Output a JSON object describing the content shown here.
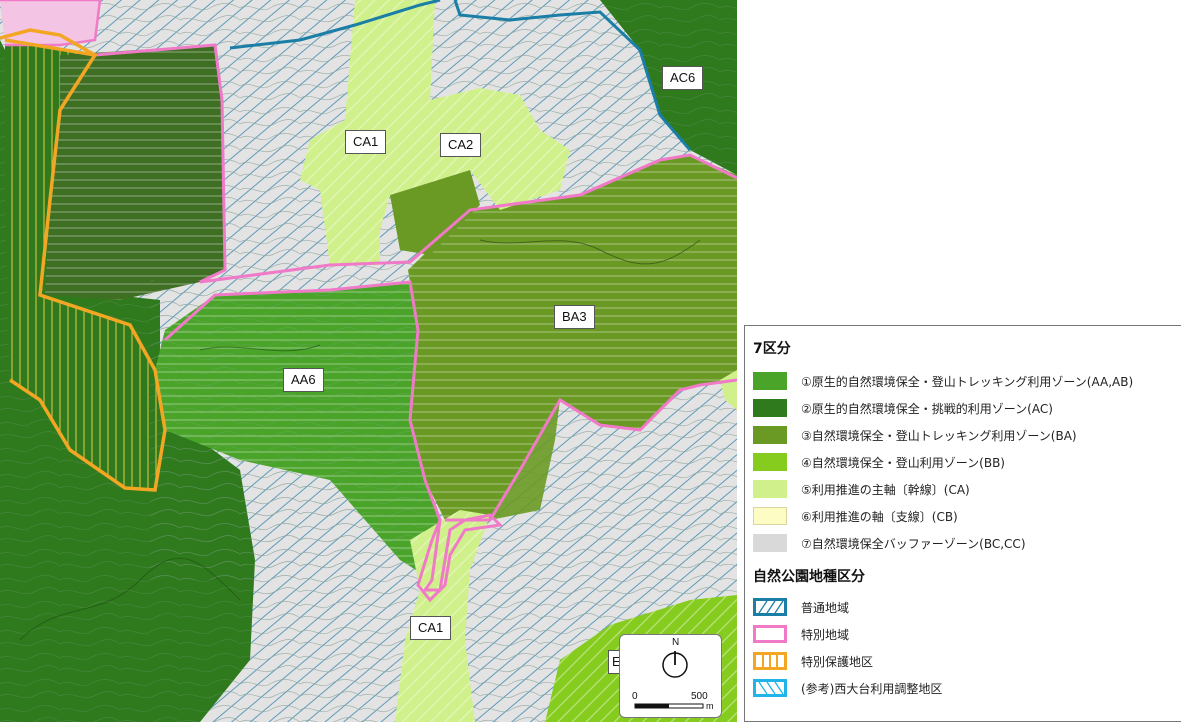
{
  "map": {
    "zone_labels": {
      "ca1_top": "CA1",
      "ca2": "CA2",
      "ac6": "AC6",
      "ba3": "BA3",
      "aa6": "AA6",
      "ca1_bottom": "CA1",
      "partial_edge": "E"
    },
    "compass": {
      "north": "N",
      "scale_start": "0",
      "scale_end": "500",
      "scale_unit": "m"
    },
    "colors": {
      "aa_zone": "#4aa42a",
      "ac_zone": "#2f7a1d",
      "ba_zone": "#6a9a24",
      "bb_zone": "#86cc1e",
      "ca_zone": "#cff08a",
      "cb_zone": "#fdfcc4",
      "buffer_zone": "#d9d9d9",
      "ordinary_area": "#1a7ea6",
      "special_area": "#f07ac8",
      "special_protection_area": "#f2a623",
      "adjustment_area": "#20b4e8"
    }
  },
  "legend": {
    "section1_title": "7区分",
    "zones": [
      {
        "label": "①原生的自然環境保全・登山トレッキング利用ゾーン(AA,AB)",
        "color": "#4aa42a"
      },
      {
        "label": "②原生的自然環境保全・挑戦的利用ゾーン(AC)",
        "color": "#2f7a1d"
      },
      {
        "label": "③自然環境保全・登山トレッキング利用ゾーン(BA)",
        "color": "#6a9a24"
      },
      {
        "label": "④自然環境保全・登山利用ゾーン(BB)",
        "color": "#86cc1e"
      },
      {
        "label": "⑤利用推進の主軸〔幹線〕(CA)",
        "color": "#cff08a"
      },
      {
        "label": "⑥利用推進の軸〔支線〕(CB)",
        "color": "#fdfcc4"
      },
      {
        "label": "⑦自然環境保全バッファーゾーン(BC,CC)",
        "color": "#d9d9d9"
      }
    ],
    "section2_title": "自然公園地種区分",
    "park_areas": [
      {
        "label": "普通地域",
        "icon": "diagonal-hatch-swatch-icon",
        "color": "#1a7ea6"
      },
      {
        "label": "特別地域",
        "icon": "outline-swatch-icon",
        "color": "#f07ac8"
      },
      {
        "label": "特別保護地区",
        "icon": "vertical-bars-swatch-icon",
        "color": "#f2a623"
      },
      {
        "label": "(参考)西大台利用調整地区",
        "icon": "back-diagonal-swatch-icon",
        "color": "#20b4e8"
      }
    ]
  }
}
